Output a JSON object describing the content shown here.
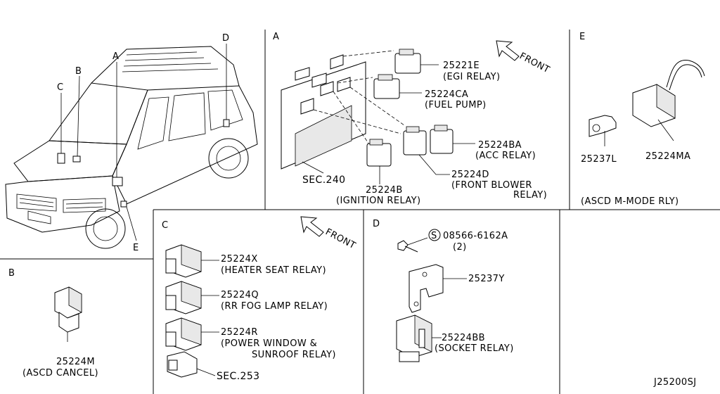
{
  "sections": {
    "A": "A",
    "B": "B",
    "C": "C",
    "D": "D",
    "E": "E"
  },
  "vehicle": {
    "callouts": [
      "A",
      "B",
      "C",
      "D",
      "E"
    ]
  },
  "front_label": "FRONT",
  "section_a": {
    "parts": [
      {
        "code": "25221E",
        "desc": "(EGI RELAY)"
      },
      {
        "code": "25224CA",
        "desc": "(FUEL PUMP)"
      },
      {
        "code": "25224BA",
        "desc": "(ACC RELAY)"
      },
      {
        "code": "25224D",
        "desc": "(FRONT BLOWER",
        "desc2": "RELAY)"
      },
      {
        "code": "25224B",
        "desc": "(IGNITION RELAY)"
      }
    ],
    "sec_ref": "SEC.240"
  },
  "section_b": {
    "part": {
      "code": "25224M",
      "desc": "(ASCD CANCEL)"
    }
  },
  "section_c": {
    "parts": [
      {
        "code": "25224X",
        "desc": "(HEATER SEAT RELAY)"
      },
      {
        "code": "25224Q",
        "desc": "(RR FOG LAMP RELAY)"
      },
      {
        "code": "25224R",
        "desc": "(POWER WINDOW &",
        "desc2": "SUNROOF RELAY)"
      }
    ],
    "sec_ref": "SEC.253"
  },
  "section_d": {
    "bolt_symbol": "S",
    "bolt_code": "08566-6162A",
    "bolt_qty": "(2)",
    "bracket": "25237Y",
    "part": {
      "code": "25224BB",
      "desc": "(SOCKET RELAY)"
    }
  },
  "section_e": {
    "bracket": "25237L",
    "part": "25224MA",
    "caption": "(ASCD M-MODE RLY)"
  },
  "diagram_code": "J25200SJ"
}
